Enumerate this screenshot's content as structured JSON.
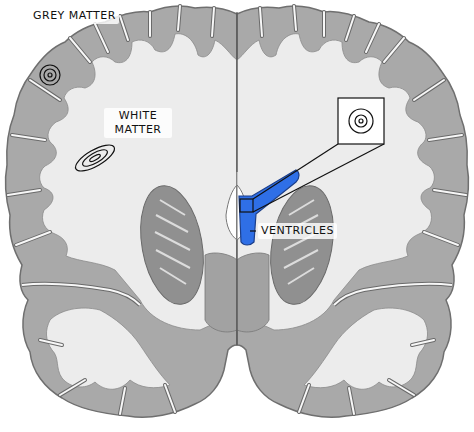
{
  "diagram": {
    "labels": [
      "GREY MATTER",
      "WHITE MATTER",
      "VENTRICLES"
    ]
  }
}
